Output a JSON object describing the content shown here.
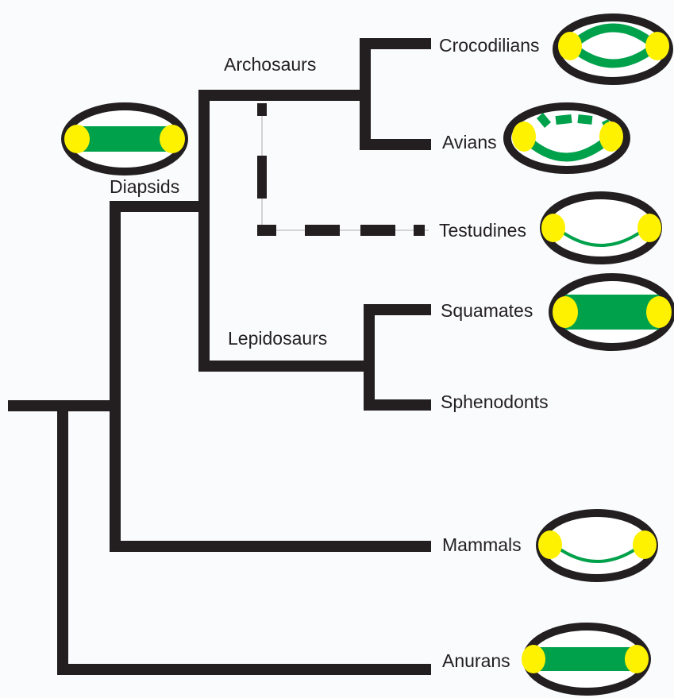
{
  "clades": {
    "archosaurs": "Archosaurs",
    "diapsids": "Diapsids",
    "lepidosaurs": "Lepidosaurs"
  },
  "taxa": {
    "crocodilians": "Crocodilians",
    "avians": "Avians",
    "testudines": "Testudines",
    "squamates": "Squamates",
    "sphenodonts": "Sphenodonts",
    "mammals": "Mammals",
    "anurans": "Anurans"
  },
  "colors": {
    "branch": "#231f20",
    "green": "#00a14b",
    "yellow": "#fff200",
    "background": "#fafbfd"
  }
}
